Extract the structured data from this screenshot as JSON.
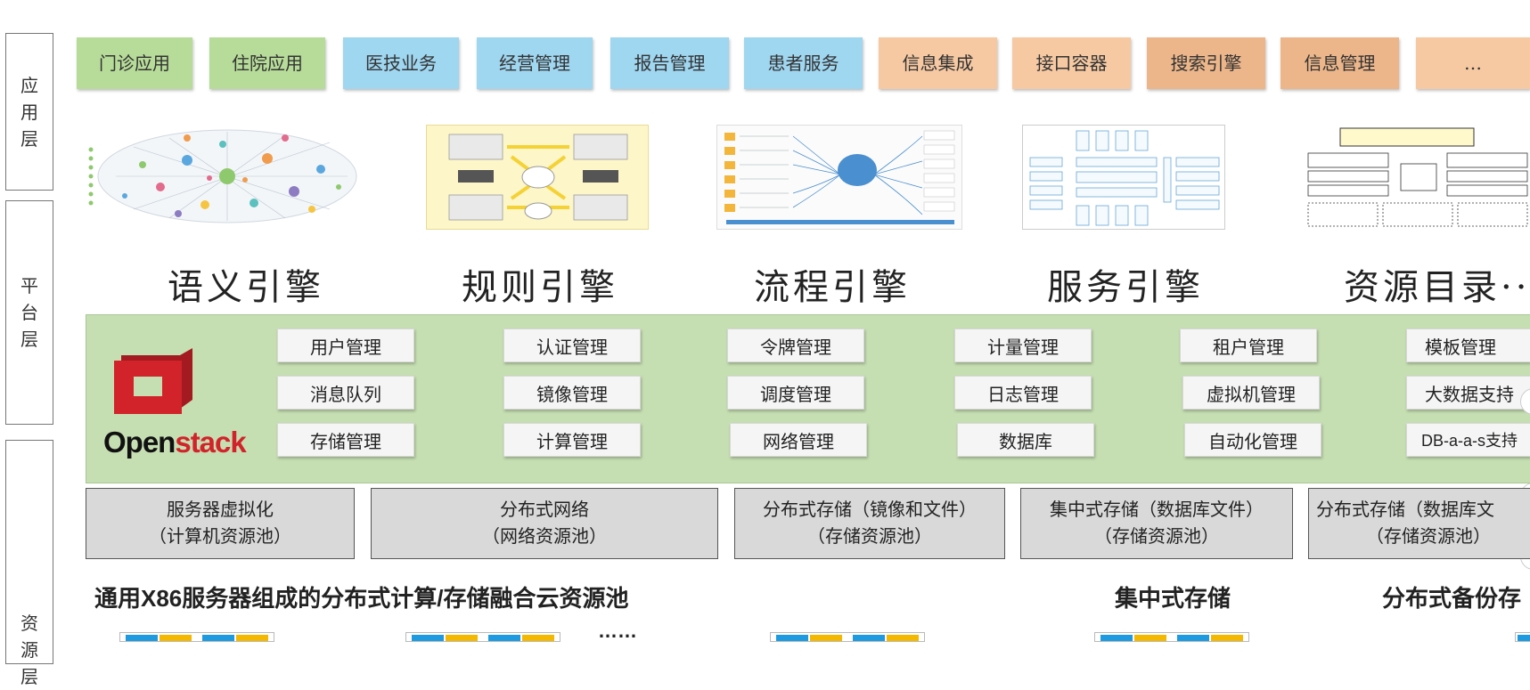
{
  "layers": {
    "app": "应用层",
    "platform": "平台层",
    "resource": "资源层"
  },
  "apps": [
    {
      "label": "门诊应用",
      "color": "#b7dc99"
    },
    {
      "label": "住院应用",
      "color": "#b7dc99"
    },
    {
      "label": "医技业务",
      "color": "#9fd6f0"
    },
    {
      "label": "经营管理",
      "color": "#9fd6f0"
    },
    {
      "label": "报告管理",
      "color": "#9fd6f0"
    },
    {
      "label": "患者服务",
      "color": "#9fd6f0"
    },
    {
      "label": "信息集成",
      "color": "#f6c9a2"
    },
    {
      "label": "接口容器",
      "color": "#f6c9a2"
    },
    {
      "label": "搜索引擎",
      "color": "#ecb68a"
    },
    {
      "label": "信息管理",
      "color": "#ecb68a"
    },
    {
      "label": "…",
      "color": "#f6c9a2"
    }
  ],
  "engines": [
    "语义引擎",
    "规则引擎",
    "流程引擎",
    "服务引擎",
    "资源目录··"
  ],
  "openstack": {
    "logo_open": "Open",
    "logo_stack": "stack",
    "modules": [
      [
        "用户管理",
        "消息队列",
        "存储管理"
      ],
      [
        "认证管理",
        "镜像管理",
        "计算管理"
      ],
      [
        "令牌管理",
        "调度管理",
        "网络管理"
      ],
      [
        "计量管理",
        "日志管理",
        "数据库"
      ],
      [
        "租户管理",
        "虚拟机管理",
        "自动化管理"
      ],
      [
        "模板管理",
        "大数据支持",
        "DB-a-a-s支持"
      ]
    ]
  },
  "pools": [
    {
      "line1": "服务器虚拟化",
      "line2": "（计算机资源池）"
    },
    {
      "line1": "分布式网络",
      "line2": "（网络资源池）"
    },
    {
      "line1": "分布式存储（镜像和文件）",
      "line2": "（存储资源池）"
    },
    {
      "line1": "集中式存储（数据库文件）",
      "line2": "（存储资源池）"
    },
    {
      "line1": "分布式存储（数据库文",
      "line2": "（存储资源池）"
    }
  ],
  "bottom": {
    "cloud_pool": "通用X86服务器组成的分布式计算/存储融合云资源池",
    "ellipsis": "……",
    "central_storage": "集中式存储",
    "backup": "分布式备份存"
  },
  "colors": {
    "openstack_band": "#c6dfb2",
    "openstack_red": "#d2232a",
    "server_blue": "#1e9be0",
    "server_yellow": "#f5b800"
  }
}
